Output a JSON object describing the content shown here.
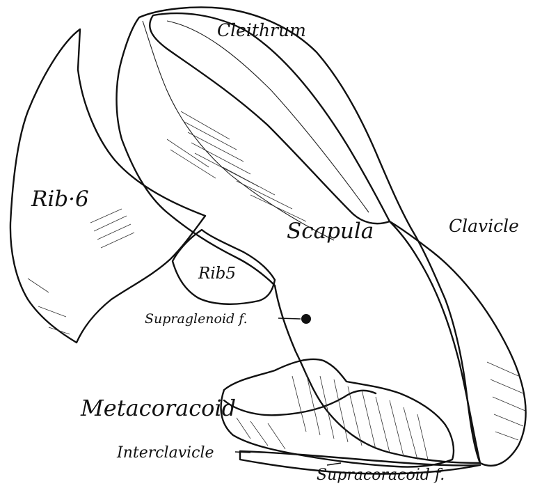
{
  "labels": {
    "cleithrum": "Cleithrum",
    "rib6": "Rib·6",
    "scapula": "Scapula",
    "clavicle": "Clavicle",
    "rib5": "Rib5",
    "supraglenoid": "Supraglenoid f.",
    "metacoracoid": "Metacoracoid",
    "interclavicle": "Interclavicle",
    "supracoracoid": "Supracoracoid f."
  }
}
